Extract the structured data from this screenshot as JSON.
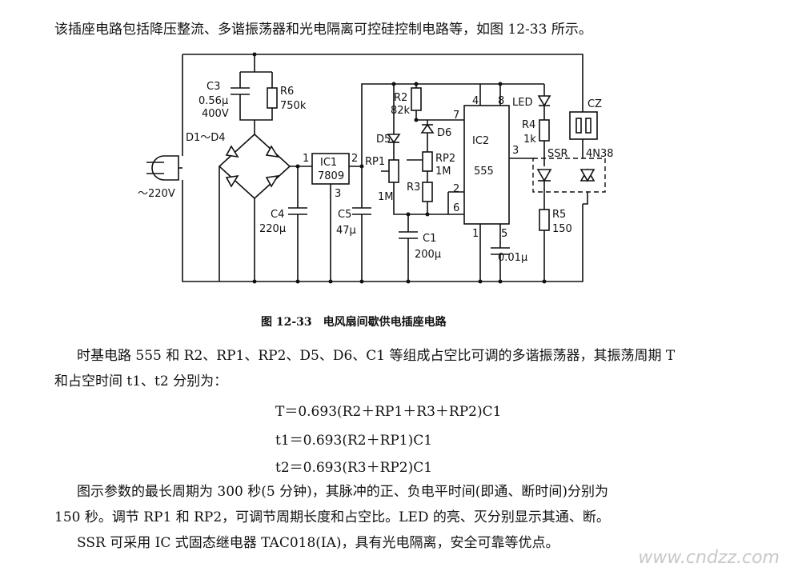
{
  "intro": "该插座电路包括降压整流、多谐振荡器和光电隔离可控硅控制电路等，如图 12-33 所示。",
  "caption": "图 12-33　电风扇间歇供电插座电路",
  "labels": {
    "c3": "C3",
    "c3v": "0.56μ",
    "c3u": "400V",
    "r6": "R6",
    "r6v": "750k",
    "d1d4": "D1～D4",
    "ac": "～220V",
    "ic1": "IC1",
    "ic1p": "7809",
    "p1": "1",
    "p2": "2",
    "p3": "3",
    "c4": "C4",
    "c4v": "220μ",
    "c5": "C5",
    "c5v": "47μ",
    "r2": "R2",
    "r2v": "82k",
    "d5": "D5",
    "d6": "D6",
    "rp1": "RP1",
    "rp1v": "1M",
    "rp2": "RP2",
    "rp2v": "1M",
    "r3": "R3",
    "c1": "C1",
    "c1v": "200μ",
    "ic2": "IC2",
    "ic2p": "555",
    "pin4": "4",
    "pin8": "8",
    "pin7": "7",
    "pin2": "2",
    "pin6": "6",
    "pin3": "3",
    "pin1": "1",
    "pin5": "5",
    "c01": "0.01μ",
    "led": "LED",
    "r4": "R4",
    "r4v": "1k",
    "ssr": "SSR",
    "opto": "4N38",
    "cz": "CZ",
    "r5": "R5",
    "r5v": "150"
  },
  "para1a": "时基电路 555 和 R2、RP1、RP2、D5、D6、C1 等组成占空比可调的多谐振荡器，其振荡周期 T",
  "para1b": "和占空时间 t1、t2 分别为：",
  "eq1": "T＝0.693(R2＋RP1＋R3＋RP2)C1",
  "eq2": "t1＝0.693(R2＋RP1)C1",
  "eq3": "t2＝0.693(R3＋RP2)C1",
  "para2a": "图示参数的最长周期为 300 秒(5 分钟)，其脉冲的正、负电平时间(即通、断时间)分别为",
  "para2b": "150 秒。调节 RP1 和 RP2，可调节周期长度和占空比。LED 的亮、灭分别显示其通、断。",
  "para3": "SSR 可采用 IC 式固态继电器 TAC018(IA)，具有光电隔离，安全可靠等优点。",
  "watermark": "www.cndzz.com"
}
